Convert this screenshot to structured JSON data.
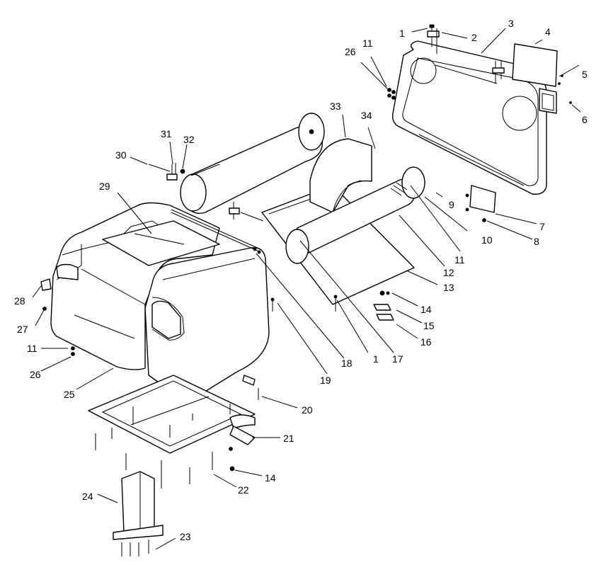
{
  "callouts": {
    "c1a": "1",
    "c2": "2",
    "c3": "3",
    "c4": "4",
    "c5": "5",
    "c6": "6",
    "c26a": "26",
    "c11a": "11",
    "c33": "33",
    "c34": "34",
    "c31": "31",
    "c32": "32",
    "c30": "30",
    "c29": "29",
    "c9": "9",
    "c7": "7",
    "c8": "8",
    "c10": "10",
    "c11b": "11",
    "c12": "12",
    "c13": "13",
    "c14a": "14",
    "c15": "15",
    "c16": "16",
    "c28": "28",
    "c27": "27",
    "c11c": "11",
    "c26b": "26",
    "c18": "18",
    "c1b": "1",
    "c17": "17",
    "c19": "19",
    "c25": "25",
    "c20": "20",
    "c21": "21",
    "c14b": "14",
    "c22": "22",
    "c24": "24",
    "c23": "23"
  }
}
